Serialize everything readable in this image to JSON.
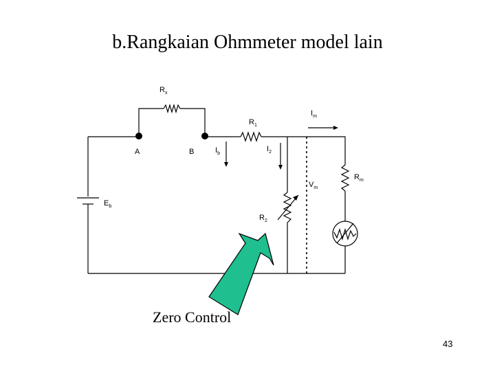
{
  "slide": {
    "title": "b.Rangkaian Ohmmeter model lain",
    "page_number": "43"
  },
  "diagram": {
    "labels": {
      "rx": {
        "main": "R",
        "sub": "x"
      },
      "r1": {
        "main": "R",
        "sub": "1"
      },
      "im": {
        "main": "I",
        "sub": "m"
      },
      "a": "A",
      "b": "B",
      "ib": {
        "main": "I",
        "sub": "b"
      },
      "i2": {
        "main": "I",
        "sub": "2"
      },
      "vm": {
        "main": "V",
        "sub": "m"
      },
      "rm": {
        "main": "R",
        "sub": "m"
      },
      "eb": {
        "main": "E",
        "sub": "b"
      },
      "r2": {
        "main": "R",
        "sub": "2"
      }
    },
    "callout": "Zero Control",
    "colors": {
      "arrow_fill": "#1fbf8f",
      "arrow_stroke": "#000000",
      "wire": "#000000"
    }
  }
}
